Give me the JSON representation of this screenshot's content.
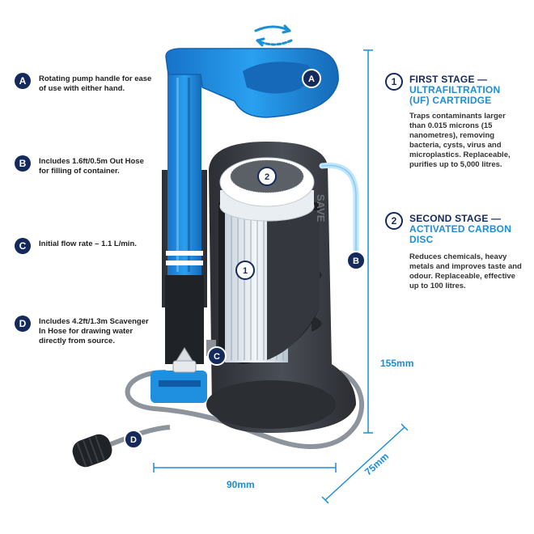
{
  "features": [
    {
      "letter": "A",
      "text": "Rotating pump handle for ease of use with either hand."
    },
    {
      "letter": "B",
      "text": "Includes 1.6ft/0.5m Out Hose for filling of container."
    },
    {
      "letter": "C",
      "text": "Initial flow rate – 1.1 L/min."
    },
    {
      "letter": "D",
      "text": "Includes 4.2ft/1.3m Scavenger In Hose for drawing water directly from source."
    }
  ],
  "stages": [
    {
      "number": "1",
      "title": "FIRST STAGE —",
      "subtitle": "ULTRAFILTRATION (UF) CARTRIDGE",
      "description": "Traps contaminants larger than 0.015 microns (15 nanometres), removing bacteria, cysts, virus and microplastics. Replaceable, purifies up to 5,000 litres."
    },
    {
      "number": "2",
      "title": "SECOND STAGE —",
      "subtitle": "ACTIVATED CARBON DISC",
      "description": "Reduces chemicals, heavy metals and improves taste and odour. Replaceable, effective up to 100 litres."
    }
  ],
  "callouts": {
    "a": "A",
    "b": "B",
    "c": "C",
    "d": "D",
    "one": "1",
    "two": "2"
  },
  "brand": "SAVE",
  "dimensions": {
    "height": "155mm",
    "width": "90mm",
    "depth": "75mm"
  },
  "colors": {
    "accent": "#1a8fd6",
    "navy": "#152a5c",
    "body": "#3a3d44",
    "handle": "#1f8fe0"
  }
}
